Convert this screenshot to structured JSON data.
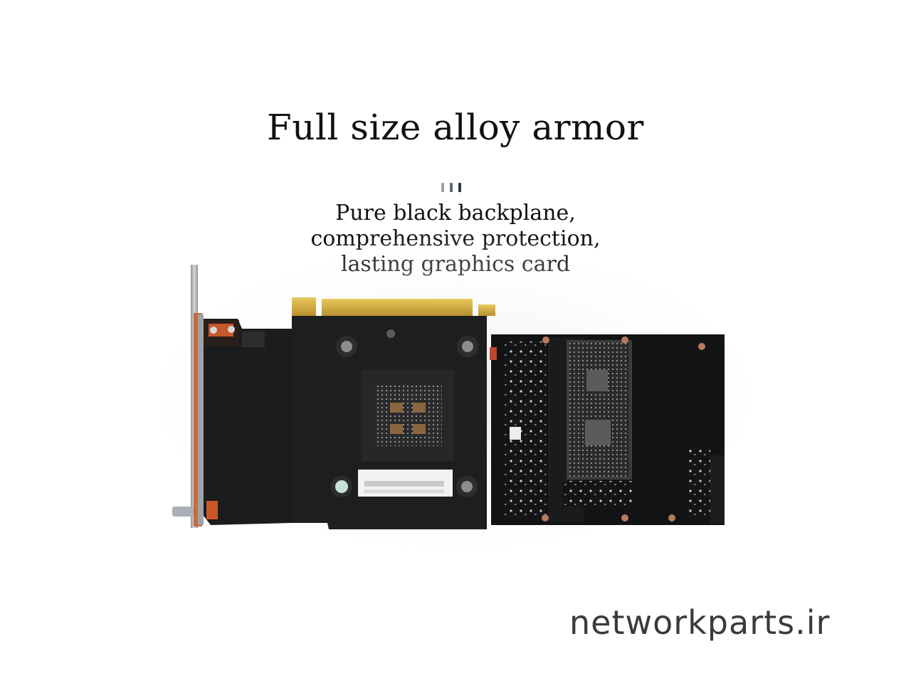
{
  "headline": "Full size alloy armor",
  "subtitle_lines": [
    "Pure black backplane,",
    "comprehensive protection,",
    "lasting graphics card"
  ],
  "watermark": "networkparts.ir",
  "colors": {
    "background": "#ffffff",
    "backplate": "#1b1c1e",
    "pcb": "#121314",
    "gold_fingers": "#d9b44a",
    "bracket": "#b7bcc2",
    "copper_accent": "#c8572a"
  },
  "divider_colors": [
    "#9aa3ad",
    "#5f6a75",
    "#2e3640"
  ]
}
